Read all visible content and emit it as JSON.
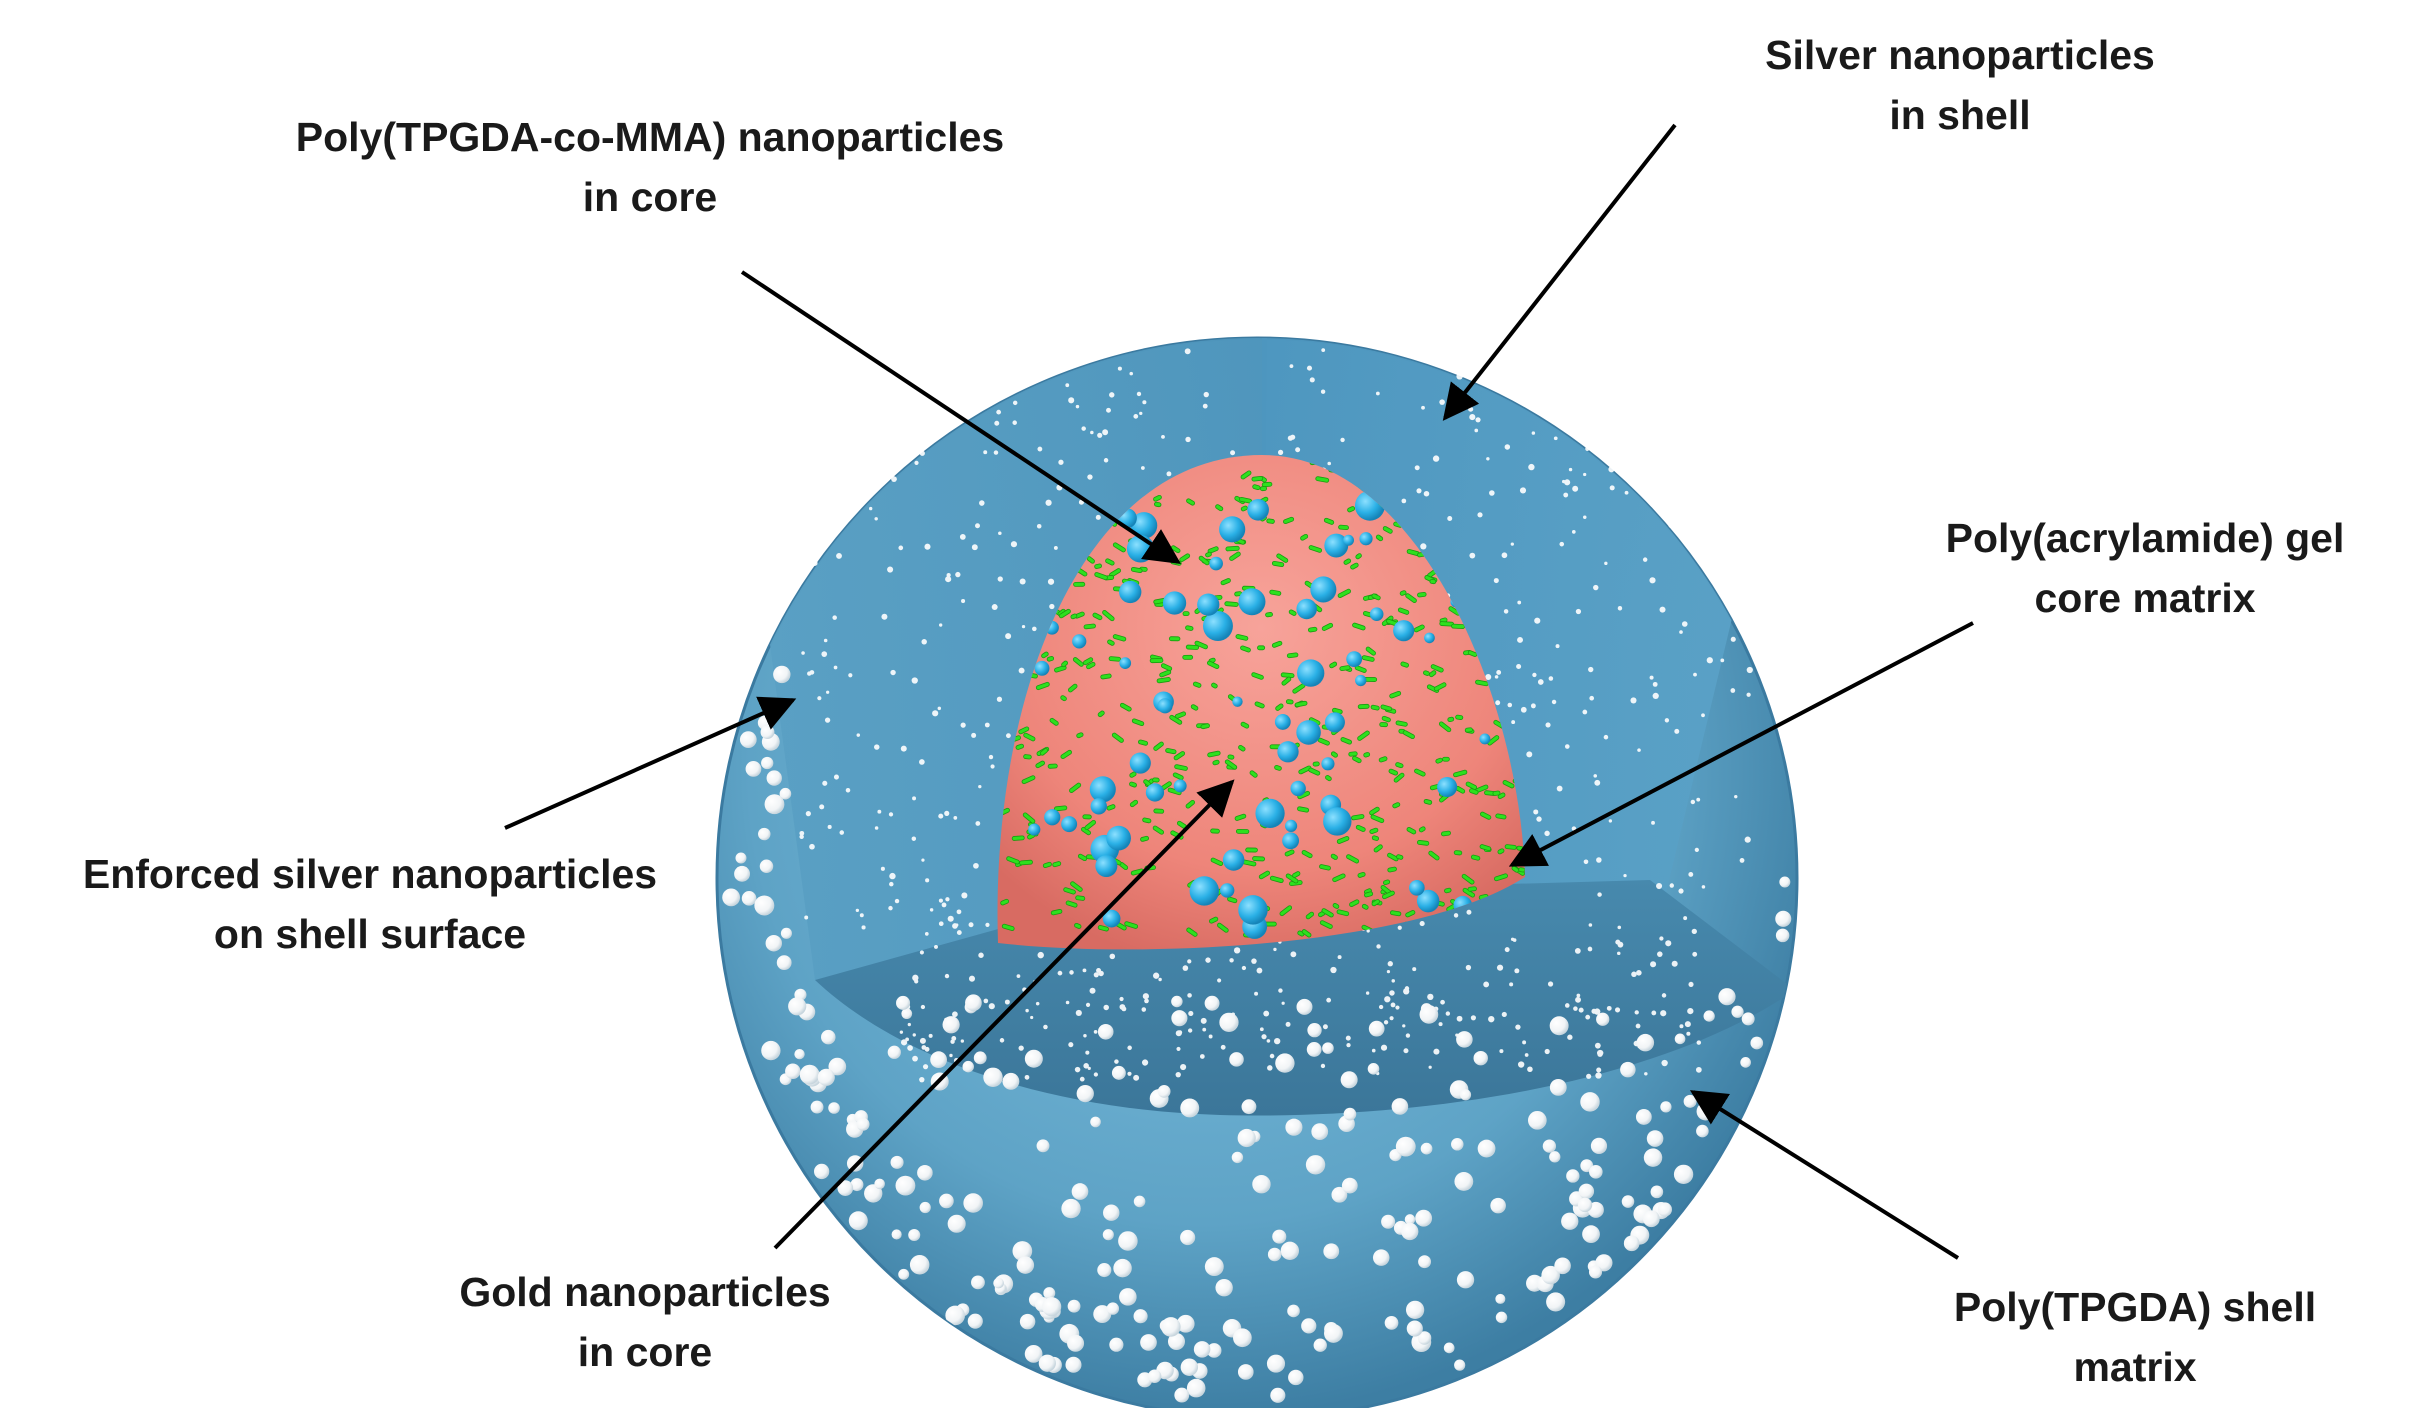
{
  "labels": {
    "silver_shell": {
      "line1": "Silver nanoparticles",
      "line2": "in shell"
    },
    "poly_tpgda_mma": {
      "line1": "Poly(TPGDA-co-MMA) nanoparticles",
      "line2": "in core"
    },
    "poly_acrylamide": {
      "line1": "Poly(acrylamide) gel",
      "line2": "core matrix"
    },
    "enforced_silver": {
      "line1": "Enforced silver nanoparticles",
      "line2": "on shell surface"
    },
    "gold_core": {
      "line1": "Gold nanoparticles",
      "line2": "in core"
    },
    "poly_tpgda_shell": {
      "line1": "Poly(TPGDA) shell",
      "line2": "matrix"
    }
  },
  "colors": {
    "shell": "#5ea3c6",
    "shell_dark": "#3f7fa3",
    "shell_cut": "#4f98c0",
    "core": "#f0857a",
    "gold_particles": "#2ee01e",
    "polymer_particles": "#2ab0e6",
    "silver_particles": "#ffffff",
    "arrow": "#000000"
  }
}
